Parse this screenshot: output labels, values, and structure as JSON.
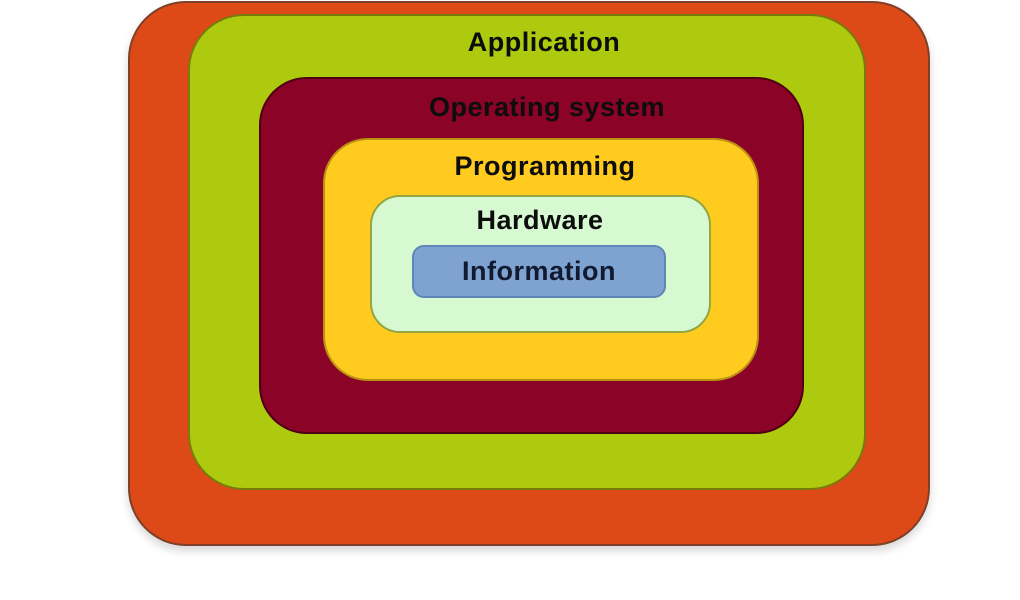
{
  "diagram": {
    "description": "Nested rounded-rectangle layers diagram of a computer system",
    "background_color": "#ffffff",
    "text_color": "#0d0d0d",
    "layers": [
      {
        "name": "outer-ring",
        "fill": "#de4a17"
      },
      {
        "name": "application",
        "label": "Application",
        "fill": "#adca0e"
      },
      {
        "name": "operating-system",
        "label": "Operating system",
        "fill": "#8b0327"
      },
      {
        "name": "programming",
        "label": "Programming",
        "fill": "#fecb1e"
      },
      {
        "name": "hardware",
        "label": "Hardware",
        "fill": "#d7f9d1"
      },
      {
        "name": "information",
        "label": "Information",
        "fill": "#7ea3d1"
      }
    ]
  }
}
